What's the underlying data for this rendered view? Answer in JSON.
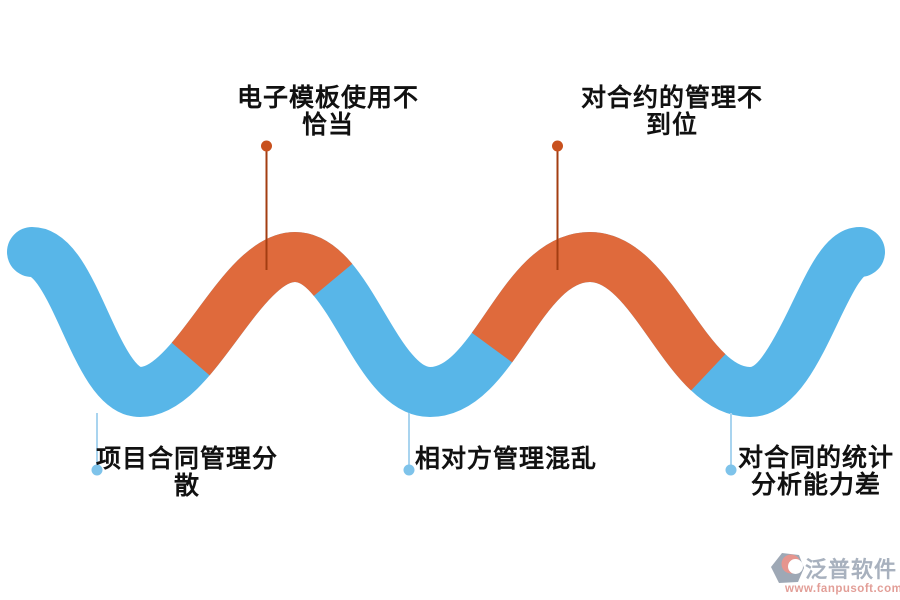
{
  "colors": {
    "wave_blue": "#58B6E8",
    "wave_orange": "#DF6A3C",
    "top_line": "#A33D12",
    "top_dot": "#C8511E",
    "bottom_line": "#A9D4EF",
    "bottom_dot": "#7EC3EA",
    "label_text": "#111111",
    "logo_gray": "#8E99A9",
    "logo_salmon": "#E2837B",
    "logo_title": "#99A4B3",
    "logo_url": "#DE8E86"
  },
  "labels": {
    "top": [
      {
        "line1": "电子模板使用不",
        "line2": "恰当"
      },
      {
        "line1": "对合约的管理不",
        "line2": "到位"
      }
    ],
    "bottom": [
      {
        "line1": "项目合同管理分",
        "line2": "散"
      },
      {
        "line1": "相对方管理混乱",
        "line2": ""
      },
      {
        "line1": "对合同的统计",
        "line2": "分析能力差"
      }
    ]
  },
  "logo": {
    "title": "泛普软件",
    "url": "www.fanpusoft.com"
  }
}
